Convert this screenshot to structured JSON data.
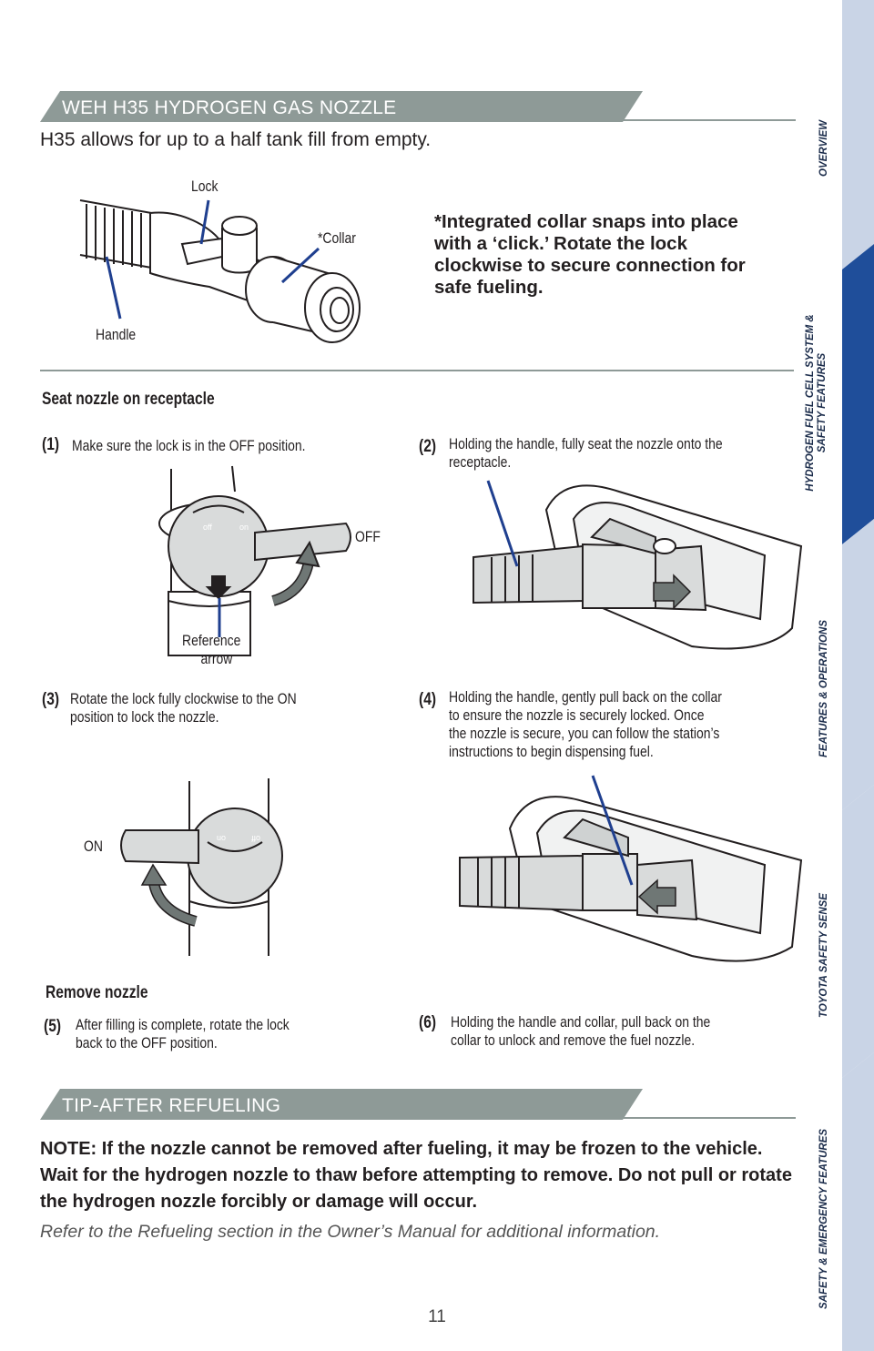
{
  "sections": {
    "nozzle": {
      "title": "WEH H35 HYDROGEN GAS NOZZLE"
    },
    "tip": {
      "title": "TIP-AFTER REFUELING"
    }
  },
  "intro": "H35 allows for up to a half tank fill from empty.",
  "nozzle_diagram": {
    "lock_label": "Lock",
    "collar_label": "*Collar",
    "handle_label": "Handle"
  },
  "collar_note": [
    "*Integrated collar snaps into place",
    "with a ‘click.’ Rotate the lock",
    "clockwise to secure connection for",
    "safe fueling."
  ],
  "seat_heading": "Seat nozzle on receptacle",
  "remove_heading": "Remove nozzle",
  "steps": [
    {
      "num": "(1)",
      "lines": [
        "Make sure the lock is in the OFF position."
      ]
    },
    {
      "num": "(2)",
      "lines": [
        "Holding the handle, fully seat the nozzle onto the",
        "receptacle."
      ]
    },
    {
      "num": "(3)",
      "lines": [
        "Rotate the lock fully clockwise to the ON",
        "position to lock the nozzle."
      ]
    },
    {
      "num": "(4)",
      "lines": [
        "Holding the handle, gently pull back on the collar",
        "to ensure the nozzle is securely locked. Once",
        "the nozzle is secure, you can follow the station’s",
        "instructions to begin dispensing fuel."
      ]
    },
    {
      "num": "(5)",
      "lines": [
        "After filling is complete, rotate the lock",
        "back to the OFF position."
      ]
    },
    {
      "num": "(6)",
      "lines": [
        "Holding the handle and collar, pull back on the",
        "collar to unlock and remove the fuel nozzle."
      ]
    }
  ],
  "figure_labels": {
    "off": "OFF",
    "on": "ON",
    "reference_arrow": [
      "Reference",
      "arrow"
    ],
    "dial_off": "off",
    "dial_on": "on"
  },
  "note": "NOTE: If the nozzle cannot be removed after fueling, it may be frozen to the vehicle. Wait for the hydrogen nozzle to thaw before attempting to remove. Do not pull or rotate the hydrogen nozzle forcibly or damage will occur.",
  "reference": "Refer to the Refueling section in the Owner’s Manual for additional information.",
  "page_number": "11",
  "side_nav": [
    {
      "label": "OVERVIEW",
      "active": false
    },
    {
      "label": "HYDROGEN FUEL CELL SYSTEM & SAFETY FEATURES",
      "active": true
    },
    {
      "label": "FEATURES & OPERATIONS",
      "active": false
    },
    {
      "label": "TOYOTA SAFETY SENSE",
      "active": false
    },
    {
      "label": "SAFETY & EMERGENCY FEATURES",
      "active": false
    }
  ],
  "colors": {
    "banner": "#8e9a97",
    "nav_inactive": "#c9d4e6",
    "nav_active": "#1f4e9a",
    "callout_line": "#1f3f8f"
  }
}
